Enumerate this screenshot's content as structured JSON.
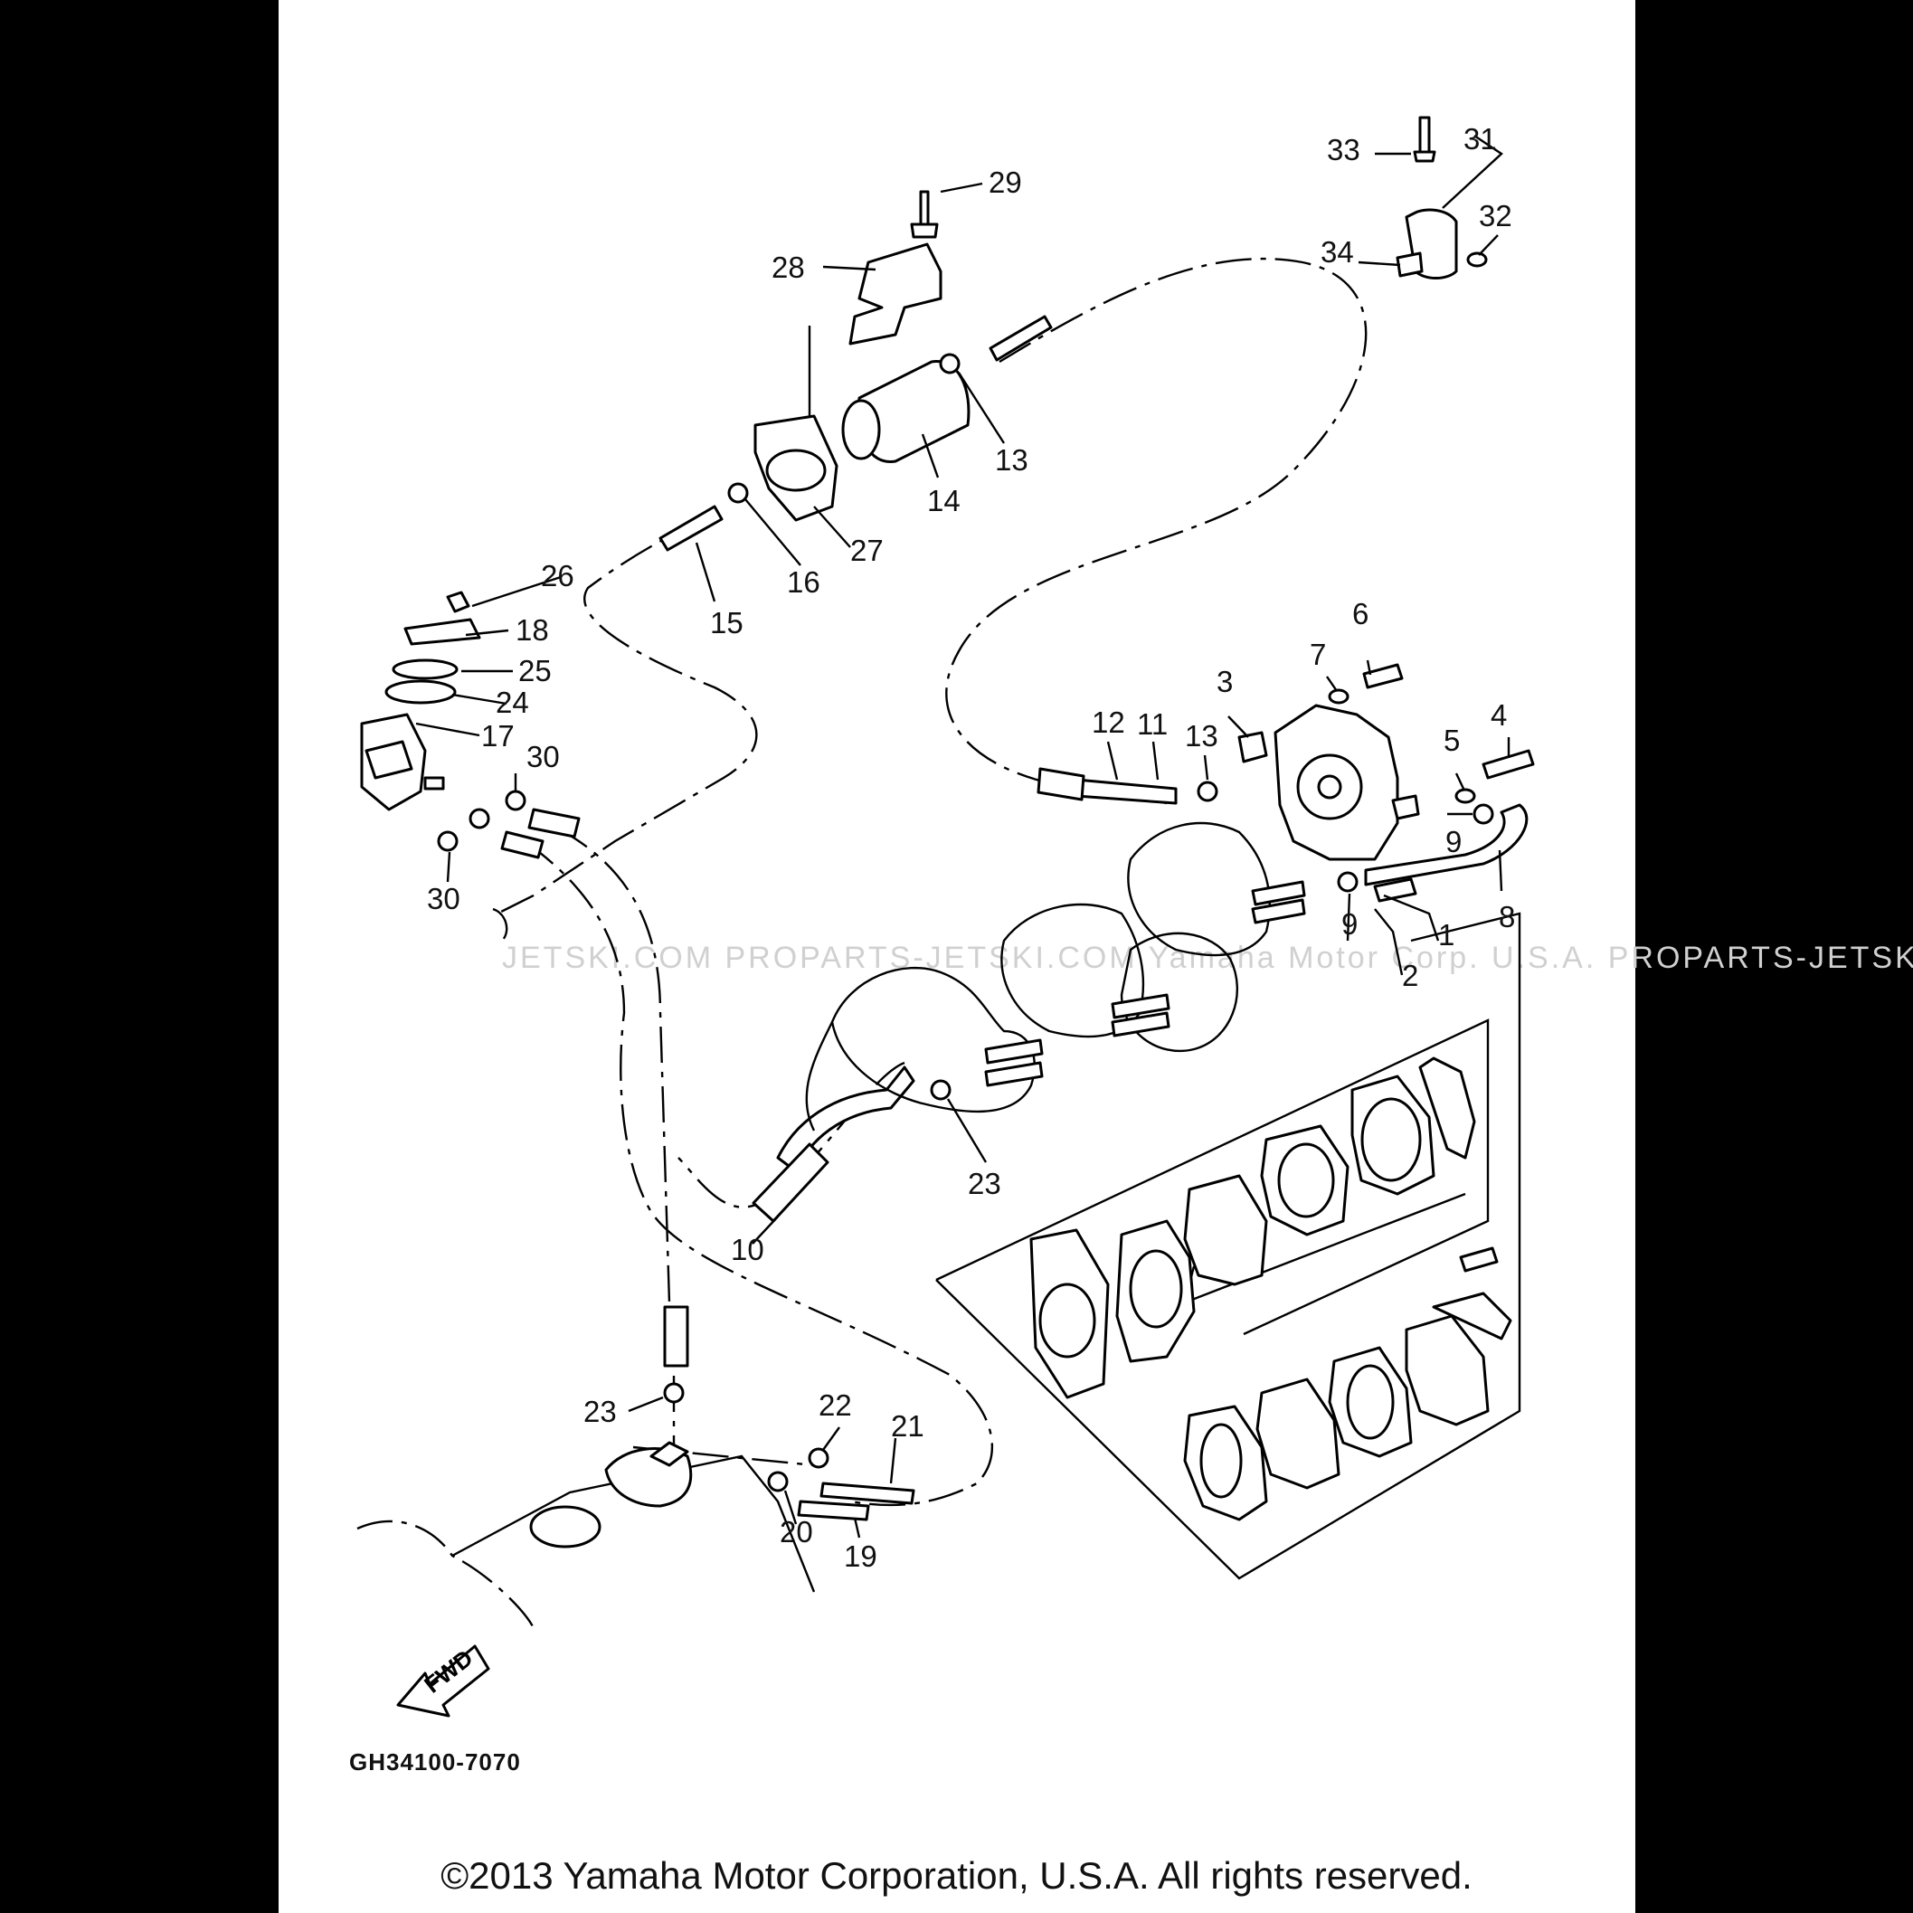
{
  "diagram": {
    "part_code": "GH34100-7070",
    "direction_label": "FWD",
    "copyright": "©2013 Yamaha Motor Corporation, U.S.A. All rights reserved.",
    "watermark": "JETSKI.COM   PROPARTS-JETSKI.COM   Yamaha Motor Corp. U.S.A.   PROPARTS-JETSKI.COM",
    "callouts": [
      {
        "id": "c1",
        "label": "1"
      },
      {
        "id": "c2",
        "label": "2"
      },
      {
        "id": "c3",
        "label": "3"
      },
      {
        "id": "c4",
        "label": "4"
      },
      {
        "id": "c5",
        "label": "5"
      },
      {
        "id": "c6",
        "label": "6"
      },
      {
        "id": "c7",
        "label": "7"
      },
      {
        "id": "c8",
        "label": "8"
      },
      {
        "id": "c9a",
        "label": "9"
      },
      {
        "id": "c9b",
        "label": "9"
      },
      {
        "id": "c10",
        "label": "10"
      },
      {
        "id": "c11",
        "label": "11"
      },
      {
        "id": "c12",
        "label": "12"
      },
      {
        "id": "c13a",
        "label": "13"
      },
      {
        "id": "c13b",
        "label": "13"
      },
      {
        "id": "c14",
        "label": "14"
      },
      {
        "id": "c15",
        "label": "15"
      },
      {
        "id": "c16",
        "label": "16"
      },
      {
        "id": "c17",
        "label": "17"
      },
      {
        "id": "c18",
        "label": "18"
      },
      {
        "id": "c19",
        "label": "19"
      },
      {
        "id": "c20",
        "label": "20"
      },
      {
        "id": "c21",
        "label": "21"
      },
      {
        "id": "c22",
        "label": "22"
      },
      {
        "id": "c23a",
        "label": "23"
      },
      {
        "id": "c23b",
        "label": "23"
      },
      {
        "id": "c24",
        "label": "24"
      },
      {
        "id": "c25",
        "label": "25"
      },
      {
        "id": "c26",
        "label": "26"
      },
      {
        "id": "c27",
        "label": "27"
      },
      {
        "id": "c28",
        "label": "28"
      },
      {
        "id": "c29",
        "label": "29"
      },
      {
        "id": "c30a",
        "label": "30"
      },
      {
        "id": "c30b",
        "label": "30"
      },
      {
        "id": "c31",
        "label": "31"
      },
      {
        "id": "c32",
        "label": "32"
      },
      {
        "id": "c33",
        "label": "33"
      },
      {
        "id": "c34",
        "label": "34"
      }
    ]
  }
}
